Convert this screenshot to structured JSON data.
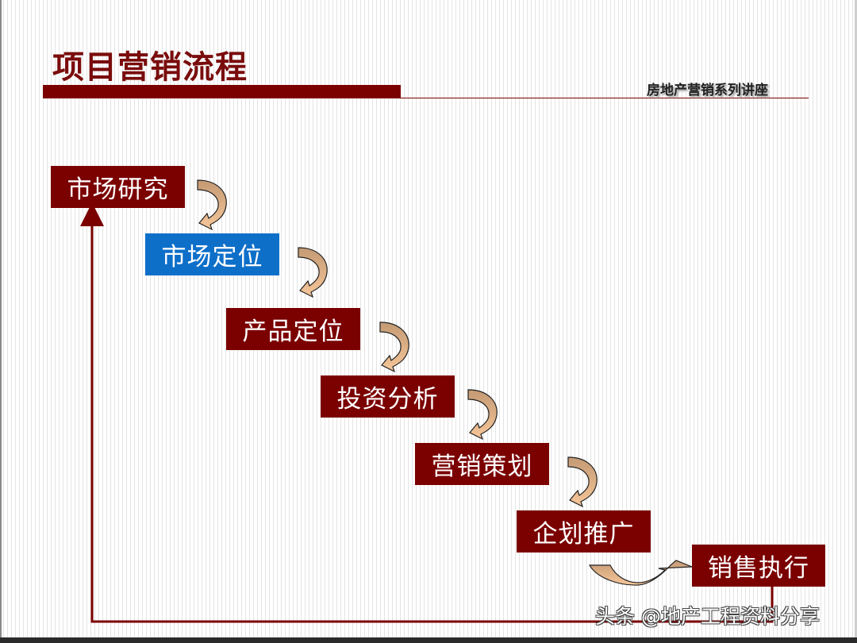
{
  "slide": {
    "title": "项目营销流程",
    "series_label": "房地产营销系列讲座",
    "accent_color": "#7b0000",
    "highlight_color": "#0e6fc9",
    "arrow_fill": "#f2c49a"
  },
  "steps": [
    {
      "label": "市场研究",
      "highlighted": false
    },
    {
      "label": "市场定位",
      "highlighted": true
    },
    {
      "label": "产品定位",
      "highlighted": false
    },
    {
      "label": "投资分析",
      "highlighted": false
    },
    {
      "label": "营销策划",
      "highlighted": false
    },
    {
      "label": "企划推广",
      "highlighted": false
    },
    {
      "label": "销售执行",
      "highlighted": false
    }
  ],
  "feedback_loop": {
    "from": "销售执行",
    "to": "市场研究"
  },
  "watermark": "头条 @地产工程资料分享"
}
